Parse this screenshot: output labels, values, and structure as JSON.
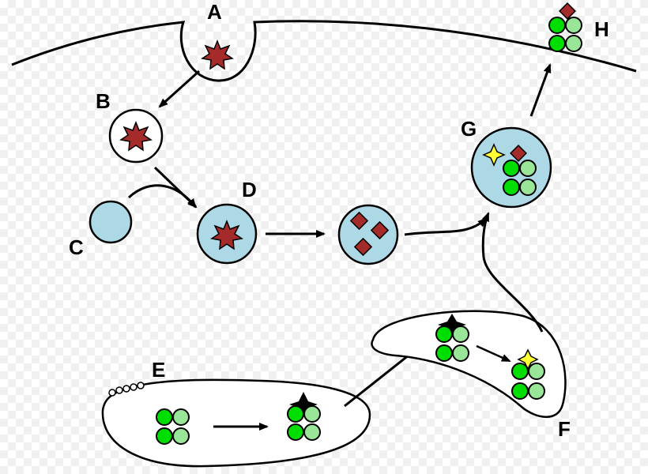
{
  "labels": {
    "a": "A",
    "b": "B",
    "c": "C",
    "d": "D",
    "e": "E",
    "f": "F",
    "g": "G",
    "h": "H"
  },
  "colors": {
    "vesicle_fill": "#add8e6",
    "antigen_fill": "#a52a2a",
    "mhc_dark": "#00dd00",
    "mhc_light": "#99e699",
    "star_fill": "#ffff33",
    "stroke": "#000000"
  }
}
